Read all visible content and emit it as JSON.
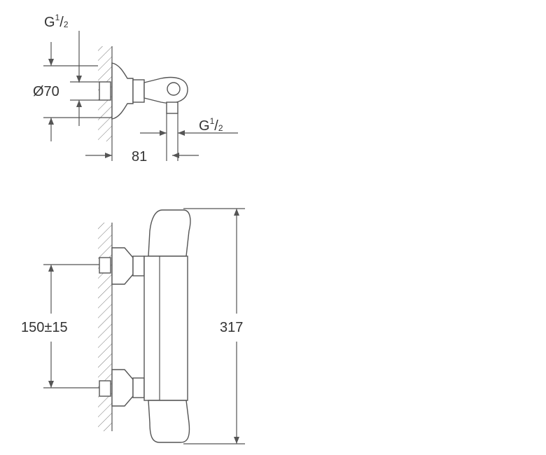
{
  "top_view": {
    "thread_top": {
      "prefix": "G",
      "num": "1",
      "den": "2"
    },
    "diameter": "Ø70",
    "thread_side": {
      "prefix": "G",
      "num": "1",
      "den": "2"
    },
    "depth": "81"
  },
  "front_view": {
    "spacing": "150±15",
    "height": "317"
  }
}
